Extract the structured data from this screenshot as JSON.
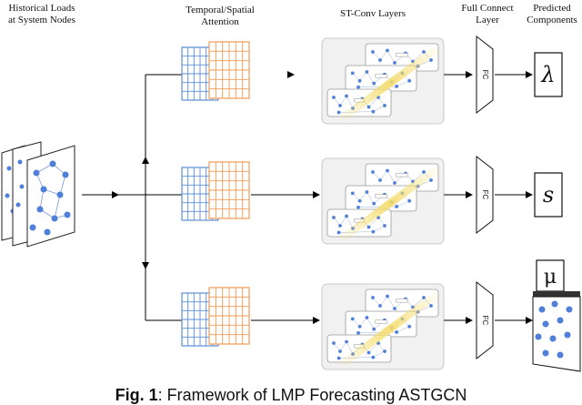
{
  "headers": {
    "input": [
      "Historical Loads",
      "at System Nodes"
    ],
    "attention": [
      "Temporal/Spatial",
      "Attention"
    ],
    "stconv": [
      "ST-Conv Layers"
    ],
    "fc": [
      "Full Connect",
      "Layer"
    ],
    "output": [
      "Predicted",
      "Components"
    ]
  },
  "fc_label": "FC",
  "components": [
    "λ",
    "s",
    "μ"
  ],
  "caption": {
    "prefix": "Fig. 1",
    "text": ": Framework of LMP Forecasting ASTGCN"
  },
  "colors": {
    "attention_blue": "#5b8fd6",
    "attention_orange": "#f39a55",
    "node_blue": "#4f7fd8",
    "highlight_yellow": "#f4dc6a",
    "panel_bg": "#f1f1f1"
  }
}
